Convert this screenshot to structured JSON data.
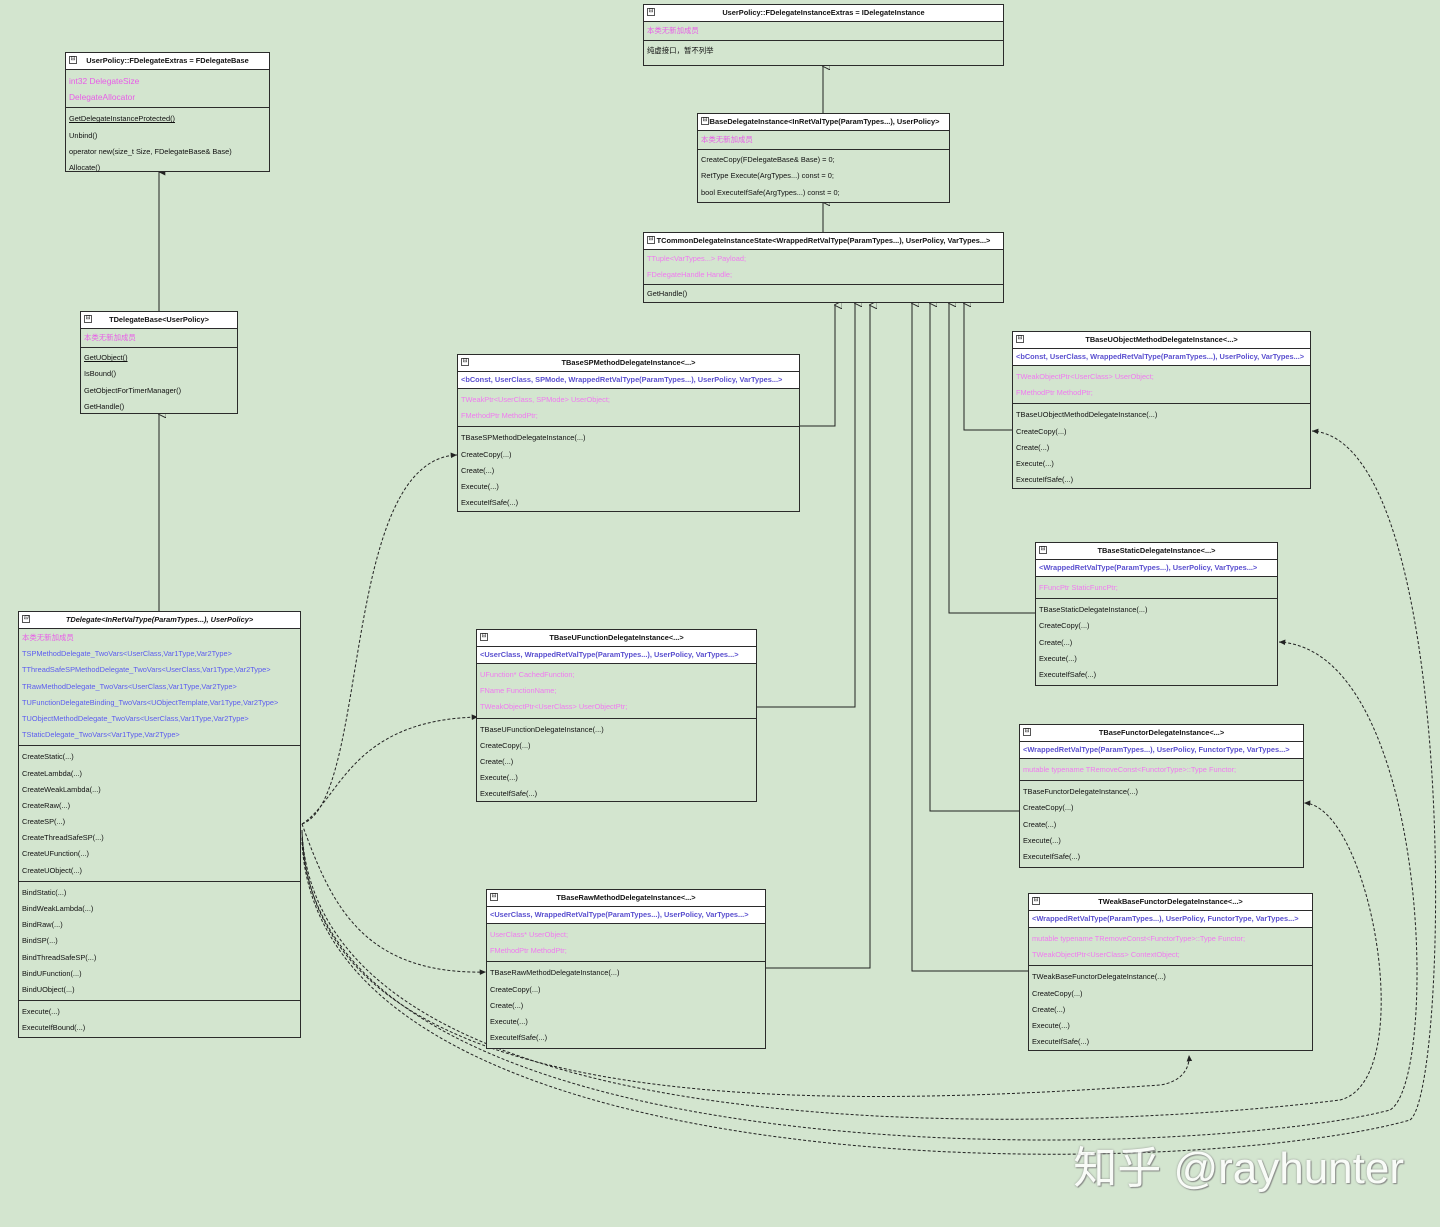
{
  "boxes": {
    "extras": {
      "title": "UserPolicy::FDelegateExtras = FDelegateBase",
      "fields": [
        "int32 DelegateSize",
        "DelegateAllocator"
      ],
      "methods": [
        "GetDelegateInstanceProtected()",
        "Unbind()",
        "operator new(size_t Size, FDelegateBase& Base)",
        "Allocate()"
      ]
    },
    "instanceExtras": {
      "title": "UserPolicy::FDelegateInstanceExtras = IDelegateInstance",
      "fields": [
        "本类无新加成员"
      ],
      "methods": [
        "纯虚接口，暂不列举"
      ]
    },
    "ibase": {
      "title": "IBaseDelegateInstance<InRetValType(ParamTypes...), UserPolicy>",
      "fields": [
        "本类无新加成员"
      ],
      "methods": [
        "CreateCopy(FDelegateBase& Base) = 0;",
        "RetType Execute(ArgTypes...) const = 0;",
        "bool ExecuteIfSafe(ArgTypes...) const = 0;"
      ]
    },
    "common": {
      "title": "TCommonDelegateInstanceState<WrappedRetValType(ParamTypes...), UserPolicy, VarTypes...>",
      "fields": [
        "TTuple<VarTypes...> Payload;",
        "FDelegateHandle Handle;"
      ],
      "methods": [
        "GetHandle()"
      ]
    },
    "dbase": {
      "title": "TDelegateBase<UserPolicy>",
      "fields": [
        "本类无新加成员"
      ],
      "methods": [
        "GetUObject()",
        "IsBound()",
        "GetObjectForTimerManager()",
        "GetHandle()"
      ]
    },
    "tdelegate": {
      "title": "TDelegate<InRetValType(ParamTypes...), UserPolicy>",
      "fields": [
        "本类无新加成员"
      ],
      "typedefs": [
        "TSPMethodDelegate_TwoVars<UserClass,Var1Type,Var2Type>",
        "TThreadSafeSPMethodDelegate_TwoVars<UserClass,Var1Type,Var2Type>",
        "TRawMethodDelegate_TwoVars<UserClass,Var1Type,Var2Type>",
        "TUFunctionDelegateBinding_TwoVars<UObjectTemplate,Var1Type,Var2Type>",
        "TUObjectMethodDelegate_TwoVars<UserClass,Var1Type,Var2Type>",
        "TStaticDelegate_TwoVars<Var1Type,Var2Type>"
      ],
      "creates": [
        "CreateStatic(...)",
        "CreateLambda(...)",
        "CreateWeakLambda(...)",
        "CreateRaw(...)",
        "CreateSP(...)",
        "CreateThreadSafeSP(...)",
        "CreateUFunction(...)",
        "CreateUObject(...)"
      ],
      "binds": [
        "BindStatic(...)",
        "BindWeakLambda(...)",
        "BindRaw(...)",
        "BindSP(...)",
        "BindThreadSafeSP(...)",
        "BindUFunction(...)",
        "BindUObject(...)"
      ],
      "execs": [
        "Execute(...)",
        "ExecuteIfBound(...)"
      ]
    },
    "sp": {
      "title": "TBaseSPMethodDelegateInstance<...>",
      "tparams": "<bConst, UserClass, SPMode, WrappedRetValType(ParamTypes...), UserPolicy, VarTypes...>",
      "fields": [
        "TWeakPtr<UserClass, SPMode> UserObject;",
        "FMethodPtr MethodPtr;"
      ],
      "methods": [
        "TBaseSPMethodDelegateInstance(...)",
        "CreateCopy(...)",
        "Create(...)",
        "Execute(...)",
        "ExecuteIfSafe(...)"
      ]
    },
    "ufunc": {
      "title": "TBaseUFunctionDelegateInstance<...>",
      "tparams": "<UserClass, WrappedRetValType(ParamTypes...), UserPolicy, VarTypes...>",
      "fields": [
        "UFunction* CachedFunction;",
        "FName FunctionName;",
        "TWeakObjectPtr<UserClass> UserObjectPtr;"
      ],
      "methods": [
        "TBaseUFunctionDelegateInstance(...)",
        "CreateCopy(...)",
        "Create(...)",
        "Execute(...)",
        "ExecuteIfSafe(...)"
      ]
    },
    "raw": {
      "title": "TBaseRawMethodDelegateInstance<...>",
      "tparams": "<UserClass, WrappedRetValType(ParamTypes...), UserPolicy, VarTypes...>",
      "fields": [
        "UserClass* UserObject;",
        "FMethodPtr MethodPtr;"
      ],
      "methods": [
        "TBaseRawMethodDelegateInstance(...)",
        "CreateCopy(...)",
        "Create(...)",
        "Execute(...)",
        "ExecuteIfSafe(...)"
      ]
    },
    "uobj": {
      "title": "TBaseUObjectMethodDelegateInstance<...>",
      "tparams": "<bConst, UserClass, WrappedRetValType(ParamTypes...), UserPolicy, VarTypes...>",
      "fields": [
        "TWeakObjectPtr<UserClass> UserObject;",
        "FMethodPtr MethodPtr;"
      ],
      "methods": [
        "TBaseUObjectMethodDelegateInstance(...)",
        "CreateCopy(...)",
        "Create(...)",
        "Execute(...)",
        "ExecuteIfSafe(...)"
      ]
    },
    "static": {
      "title": "TBaseStaticDelegateInstance<...>",
      "tparams": "<WrappedRetValType(ParamTypes...), UserPolicy, VarTypes...>",
      "fields": [
        "FFuncPtr StaticFuncPtr;"
      ],
      "methods": [
        "TBaseStaticDelegateInstance(...)",
        "CreateCopy(...)",
        "Create(...)",
        "Execute(...)",
        "ExecuteIfSafe(...)"
      ]
    },
    "functor": {
      "title": "TBaseFunctorDelegateInstance<...>",
      "tparams": "<WrappedRetValType(ParamTypes...), UserPolicy, FunctorType, VarTypes...>",
      "fields": [
        "mutable typename TRemoveConst<FunctorType>::Type Functor;"
      ],
      "methods": [
        "TBaseFunctorDelegateInstance(...)",
        "CreateCopy(...)",
        "Create(...)",
        "Execute(...)",
        "ExecuteIfSafe(...)"
      ]
    },
    "weak": {
      "title": "TWeakBaseFunctorDelegateInstance<...>",
      "tparams": "<WrappedRetValType(ParamTypes...), UserPolicy, FunctorType, VarTypes...>",
      "fields": [
        "mutable typename TRemoveConst<FunctorType>::Type Functor;",
        "TWeakObjectPtr<UserClass> ContextObject;"
      ],
      "methods": [
        "TWeakBaseFunctorDelegateInstance(...)",
        "CreateCopy(...)",
        "Create(...)",
        "Execute(...)",
        "ExecuteIfSafe(...)"
      ]
    }
  },
  "toggle": "⊟",
  "watermark": "知乎 @rayhunter"
}
